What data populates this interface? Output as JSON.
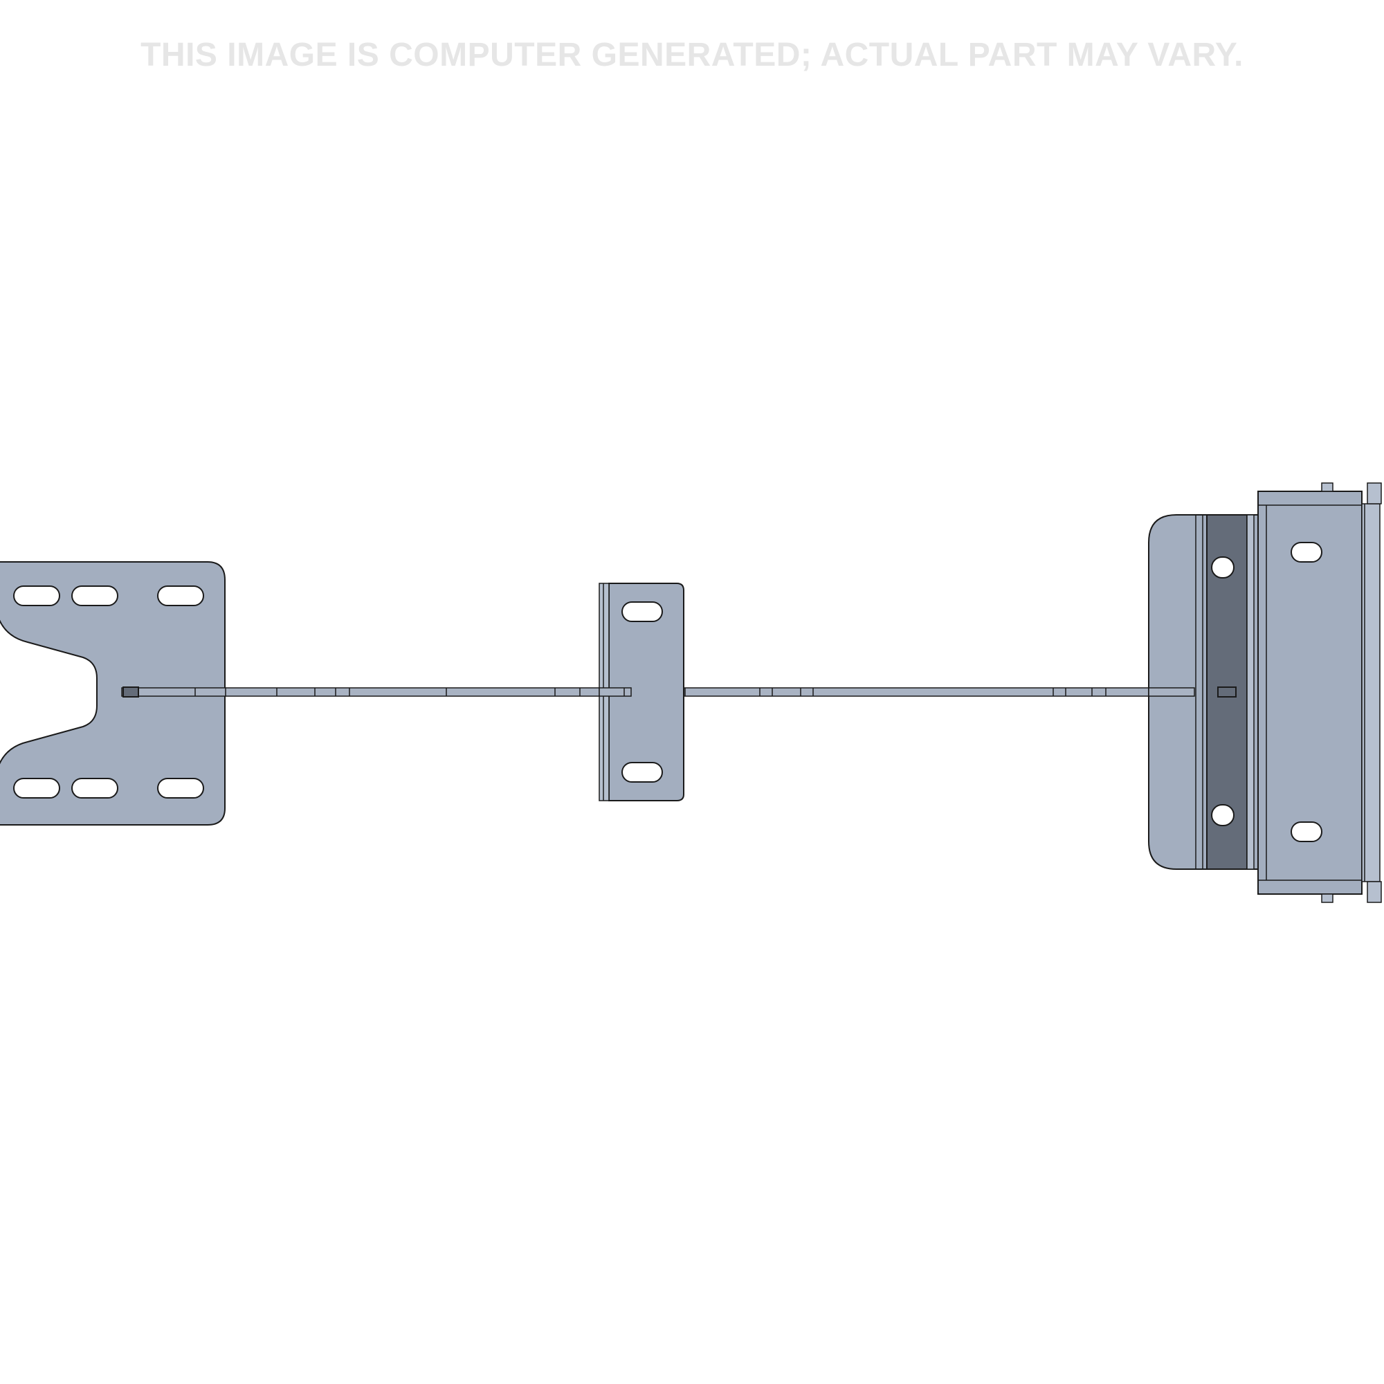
{
  "disclaimer": {
    "text": "THIS IMAGE IS COMPUTER GENERATED; ACTUAL PART MAY VARY."
  },
  "colors": {
    "part_fill": "#a3aebf",
    "part_shadow": "#646c79",
    "outline": "#1a1a1a",
    "disclaimer_text": "#e6e6e6",
    "background": "#ffffff"
  },
  "parts": {
    "left_mounting_plate": {
      "slot_count": 6
    },
    "center_bracket": {
      "slot_count": 2
    },
    "right_housing": {
      "hole_count": 4
    },
    "connecting_rod": {}
  }
}
